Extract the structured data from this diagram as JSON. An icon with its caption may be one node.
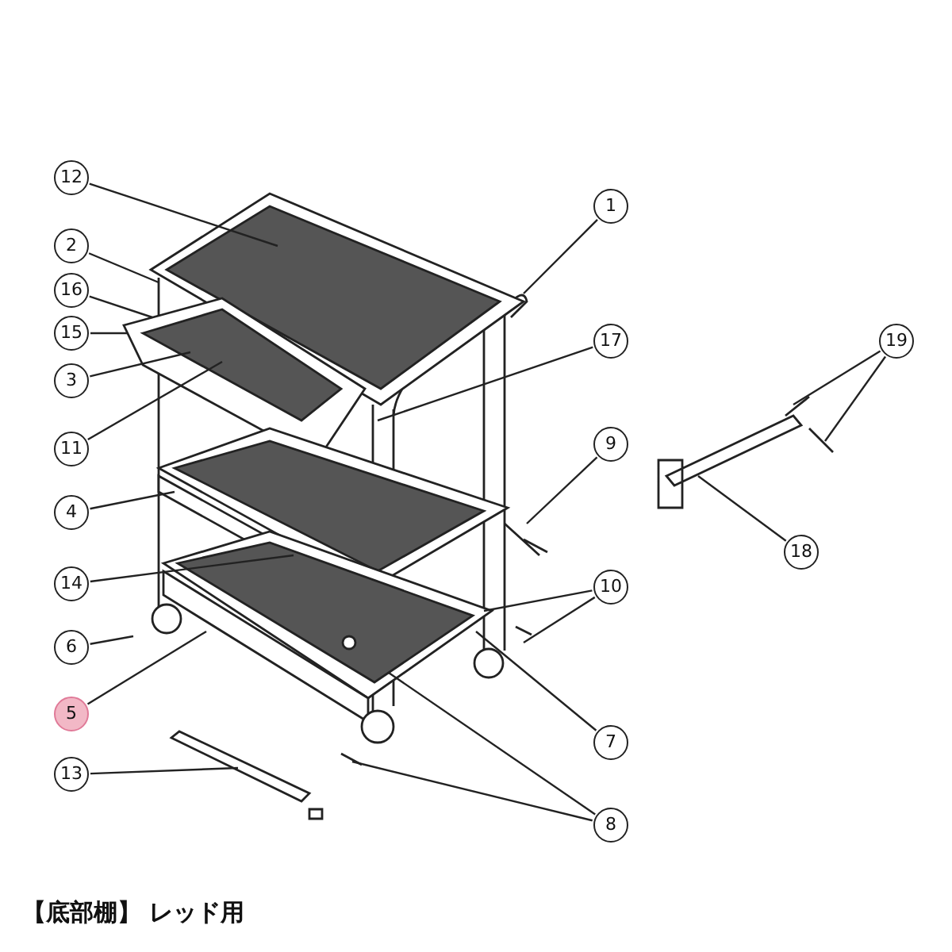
{
  "diagram": {
    "caption": "【底部棚】 レッド用",
    "nodes": [
      {
        "text": [
          "12"
        ]
      },
      {
        "text": [
          "2"
        ]
      },
      {
        "text": [
          "16"
        ]
      },
      {
        "text": [
          "15"
        ]
      },
      {
        "text": [
          "3"
        ]
      },
      {
        "text": [
          "11"
        ]
      },
      {
        "text": [
          "4"
        ]
      },
      {
        "text": [
          "14"
        ]
      },
      {
        "text": [
          "6"
        ]
      },
      {
        "text": [
          "5"
        ]
      },
      {
        "text": [
          "13"
        ]
      },
      {
        "text": [
          "1"
        ]
      },
      {
        "text": [
          "17"
        ]
      },
      {
        "text": [
          "9"
        ]
      },
      {
        "text": [
          "10"
        ]
      },
      {
        "text": [
          "7"
        ]
      },
      {
        "text": [
          "8"
        ]
      },
      {
        "text": [
          "19"
        ]
      },
      {
        "text": [
          "18"
        ]
      }
    ],
    "edges": [
      {
        "from": 0,
        "to": null,
        "arrow": "none"
      },
      {
        "from": 1,
        "to": null,
        "arrow": "none"
      },
      {
        "from": 2,
        "to": null,
        "arrow": "none"
      },
      {
        "from": 3,
        "to": null,
        "arrow": "none"
      },
      {
        "from": 4,
        "to": null,
        "arrow": "none"
      },
      {
        "from": 5,
        "to": null,
        "arrow": "none"
      },
      {
        "from": 6,
        "to": null,
        "arrow": "none"
      },
      {
        "from": 7,
        "to": null,
        "arrow": "none"
      },
      {
        "from": 8,
        "to": null,
        "arrow": "none"
      },
      {
        "from": 9,
        "to": null,
        "arrow": "none"
      },
      {
        "from": 10,
        "to": null,
        "arrow": "none"
      },
      {
        "from": 11,
        "to": null,
        "arrow": "none"
      },
      {
        "from": 12,
        "to": null,
        "arrow": "none"
      },
      {
        "from": 13,
        "to": null,
        "arrow": "none"
      },
      {
        "from": 14,
        "to": null,
        "arrow": "none"
      },
      {
        "from": 14,
        "to": null,
        "arrow": "none"
      },
      {
        "from": 15,
        "to": null,
        "arrow": "none"
      },
      {
        "from": 16,
        "to": null,
        "arrow": "none"
      },
      {
        "from": 16,
        "to": null,
        "arrow": "none"
      },
      {
        "from": 17,
        "to": null,
        "arrow": "none"
      },
      {
        "from": 17,
        "to": null,
        "arrow": "none"
      },
      {
        "from": 18,
        "to": null,
        "arrow": "none"
      }
    ]
  }
}
